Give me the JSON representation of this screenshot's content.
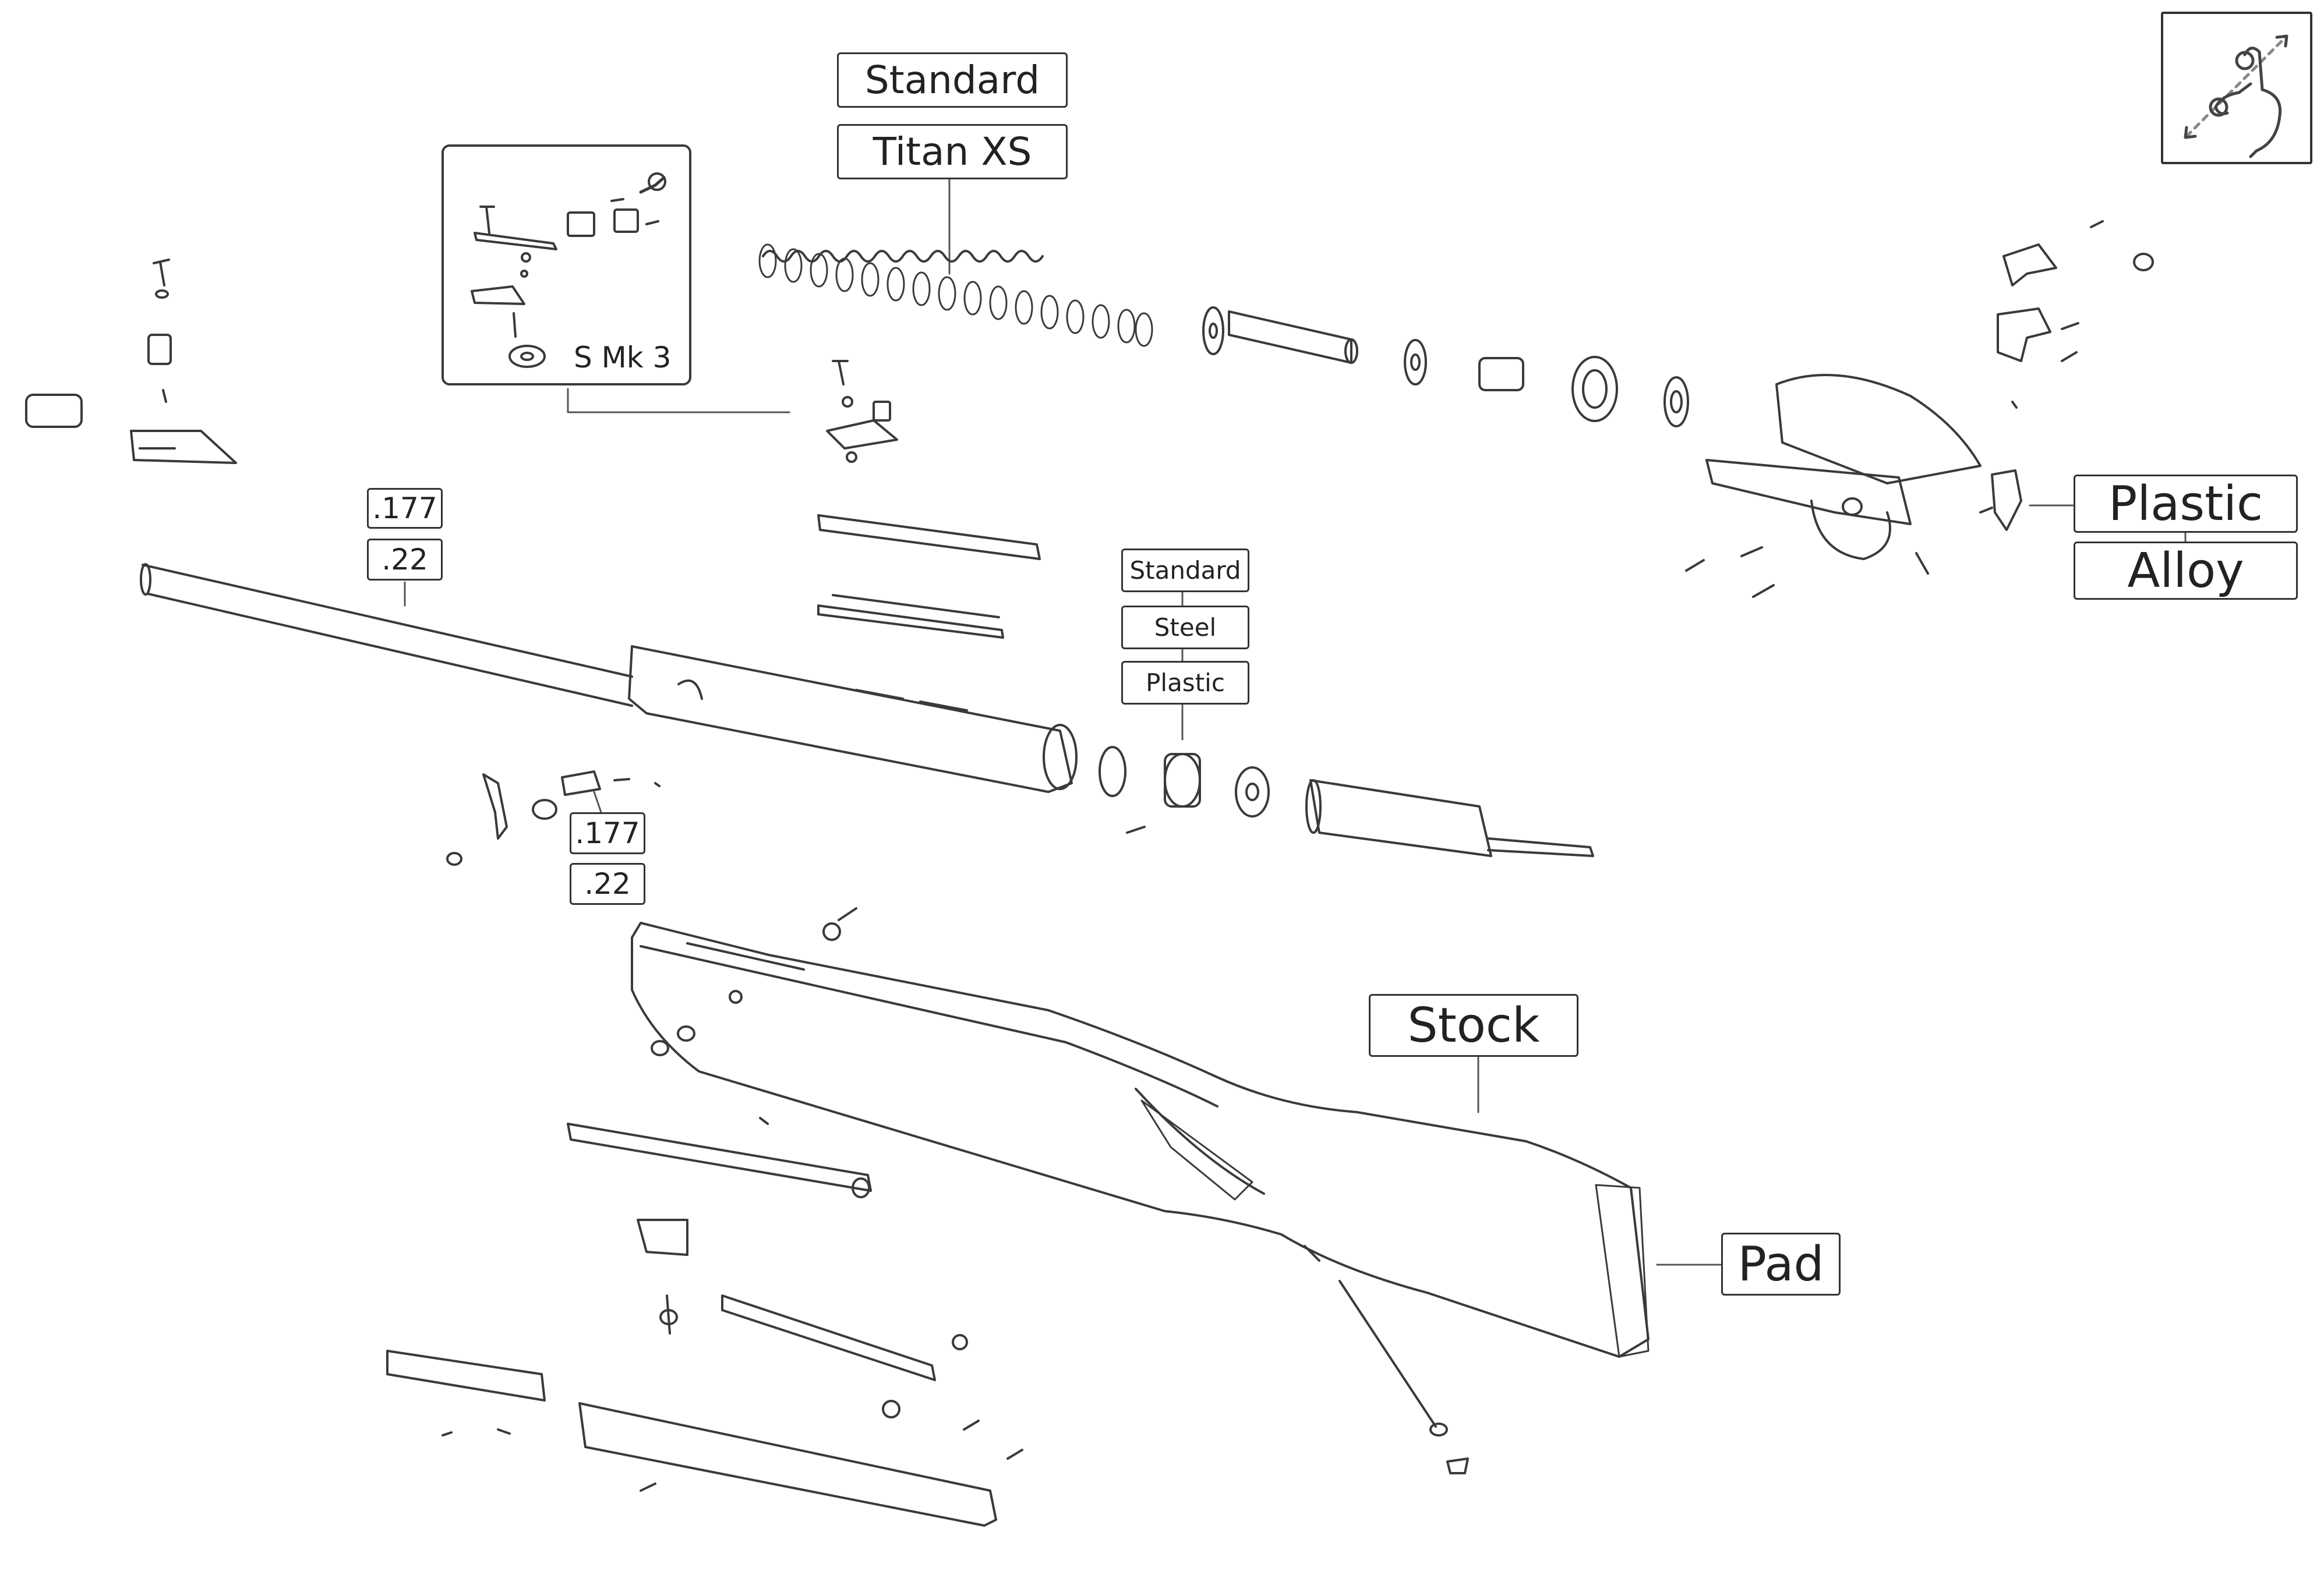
{
  "diagram": {
    "labels": {
      "spring_standard": "Standard",
      "spring_titan_xs": "Titan XS",
      "inset_caption": "S Mk 3",
      "barrel_177": ".177",
      "barrel_22": ".22",
      "seal_standard": "Standard",
      "seal_steel": "Steel",
      "seal_plastic": "Plastic",
      "trigger_plastic": "Plastic",
      "trigger_alloy": "Alloy",
      "breech_177": ".177",
      "breech_22": ".22",
      "stock": "Stock",
      "pad": "Pad"
    },
    "zoom_control": {
      "icon": "pinch-zoom-icon"
    },
    "colors": {
      "line_art": "#3a3a3a",
      "label_border": "#333333",
      "background": "#ffffff"
    }
  }
}
